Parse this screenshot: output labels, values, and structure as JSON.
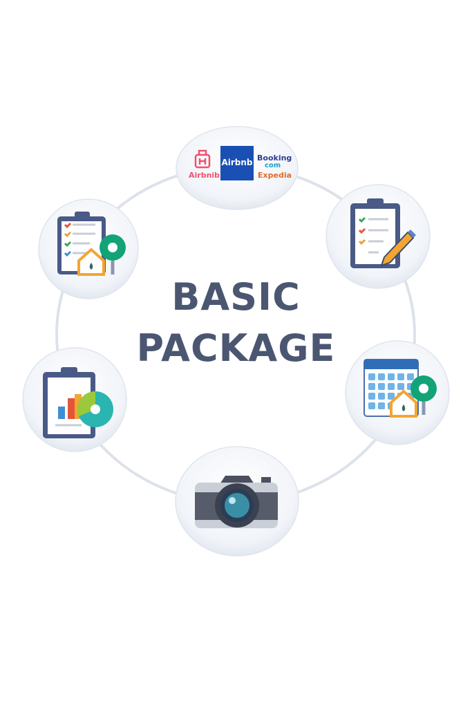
{
  "title": {
    "line1": "BASIC",
    "line2": "PACKAGE"
  },
  "nodes": {
    "platforms": {
      "airbnb_small": "Airbnib",
      "airbnb_box": "Airbnb",
      "booking": "Booking",
      "com": "com",
      "expedia": "Expedia"
    }
  },
  "colors": {
    "title": "#4b5671",
    "ring": "#dde2ea",
    "airbnb": "#f0506e",
    "airbnb_box": "#1a4fb4",
    "booking": "#2a3f8f"
  }
}
